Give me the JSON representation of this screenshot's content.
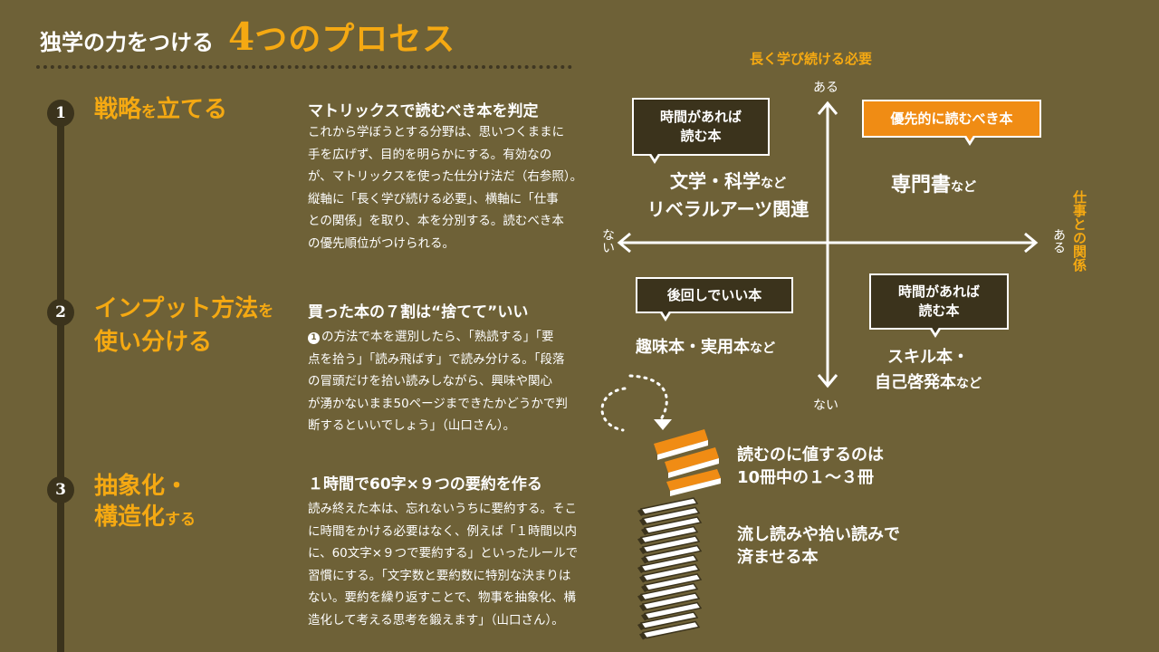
{
  "title": {
    "prefix": "独学の力をつける",
    "number": "4",
    "main": "つのプロセス"
  },
  "steps": [
    {
      "num": "1",
      "title_line1_big": "戦略",
      "title_line1_small": "を",
      "title_line1_big2": "立てる",
      "subtitle": "マトリックスで読むべき本を判定",
      "body": [
        "これから学ぼうとする分野は、思いつくままに",
        "手を広げず、目的を明らかにする。有効なの",
        "が、マトリックスを使った仕分け法だ（右参照）。",
        "縦軸に「長く学び続ける必要」、横軸に「仕事",
        "との関係」を取り、本を分別する。読むべき本",
        "の優先順位がつけられる。"
      ]
    },
    {
      "num": "2",
      "title_line1_big": "インプット方法",
      "title_line1_small": "を",
      "title_line2": "使い分ける",
      "subtitle": "買った本の７割は“捨てて”いい",
      "body_ref": "1",
      "body_first": "の方法で本を選別したら、「熟読する」「要",
      "body": [
        "点を拾う」「読み飛ばす」で読み分ける。「段落",
        "の冒頭だけを拾い読みしながら、興味や関心",
        "が湧かないまま50ページまできたかどうかで判",
        "断するといいでしょう」（山口さん）。"
      ]
    },
    {
      "num": "3",
      "title_line1": "抽象化・",
      "title_line2_big": "構造化",
      "title_line2_small": "する",
      "subtitle": "１時間で60字×９つの要約を作る",
      "body": [
        "読み終えた本は、忘れないうちに要約する。そこ",
        "に時間をかける必要はなく、例えば「１時間以内",
        "に、60文字×９つで要約する」といったルールで",
        "習慣にする。「文字数と要約数に特別な決まりは",
        "ない。要約を繰り返すことで、物事を抽象化、構",
        "造化して考える思考を鍛えます」（山口さん）。"
      ]
    }
  ],
  "matrix": {
    "y_axis_label": "長く学び続ける必要",
    "x_axis_label": "仕事との関係",
    "y_top": "ある",
    "y_bottom": "ない",
    "x_right": "ある",
    "x_left": "ない",
    "quadrants": {
      "top_left": {
        "bubble": [
          "時間があれば",
          "読む本"
        ],
        "text": [
          "文学・科学",
          "リベラルアーツ関連"
        ],
        "nado": "など"
      },
      "top_right": {
        "bubble": [
          "優先的に読むべき本"
        ],
        "text": [
          "専門書"
        ],
        "nado": "など"
      },
      "bottom_left": {
        "bubble": [
          "後回しでいい本"
        ],
        "text": [
          "趣味本・実用本"
        ],
        "nado": "など"
      },
      "bottom_right": {
        "bubble": [
          "時間があれば",
          "読む本"
        ],
        "text": [
          "スキル本・",
          "自己啓発本"
        ],
        "nado": "など"
      }
    }
  },
  "book_stack": {
    "top_text": [
      "読むのに値するのは",
      "10冊中の１～３冊"
    ],
    "bottom_text": [
      "流し読みや拾い読みで",
      "済ませる本"
    ]
  },
  "colors": {
    "background": "#6e6137",
    "accent": "#f5a912",
    "dark": "#3b331c",
    "orange": "#f08c14"
  }
}
